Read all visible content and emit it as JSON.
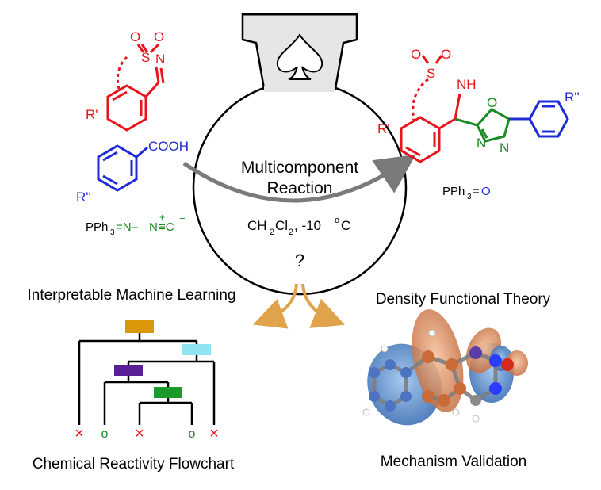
{
  "reaction": {
    "title_line1": "Multicomponent",
    "title_line2": "Reaction",
    "conditions_main": "CH",
    "conditions_sub2": "2",
    "conditions_cl": "Cl",
    "conditions_sub2b": "2",
    "conditions_temp": ", -10 ",
    "conditions_deg": "o",
    "conditions_unit": "C",
    "question": "?"
  },
  "reactants": {
    "sulfonyl_O1": "O",
    "sulfonyl_O2": "O",
    "sulfonyl_S": "S",
    "imine_N": "N",
    "r_prime": "R'",
    "acid_group": "COOH",
    "r_double_prime": "R''",
    "ylide_pph3": "PPh",
    "ylide_sub3": "3",
    "ylide_eq": "=N–",
    "ylide_n2": "N",
    "ylide_plus": "+",
    "ylide_triple": "≡C",
    "ylide_minus": "−"
  },
  "product": {
    "o1": "O",
    "o2": "O",
    "s": "S",
    "nh": "NH",
    "r_prime": "R'",
    "oxadiazole_o": "O",
    "oxadiazole_n1": "N",
    "oxadiazole_n2": "N",
    "r_double_prime": "R''",
    "byproduct_pph3": "PPh",
    "byproduct_sub3": "3",
    "byproduct_eq": "=",
    "byproduct_o": "O"
  },
  "left_panel": {
    "heading": "Interpretable Machine Learning",
    "caption": "Chemical Reactivity Flowchart",
    "leaf_marks": [
      "×",
      "o",
      "×",
      "o",
      "×"
    ]
  },
  "right_panel": {
    "heading": "Density Functional Theory",
    "caption": "Mechanism Validation"
  },
  "colors": {
    "reactant": "#e8141b",
    "reagent": "#1f2bd6",
    "isocyanide": "#1a8a22",
    "arrow": "#7a7a7a",
    "split_arrow": "#e0a24a",
    "node_gold": "#d9980a",
    "node_cyan": "#8fe3f2",
    "node_purple": "#5a1e96",
    "node_green": "#1a9a2a"
  },
  "icons": {
    "flask_logo": "spade-icon"
  }
}
